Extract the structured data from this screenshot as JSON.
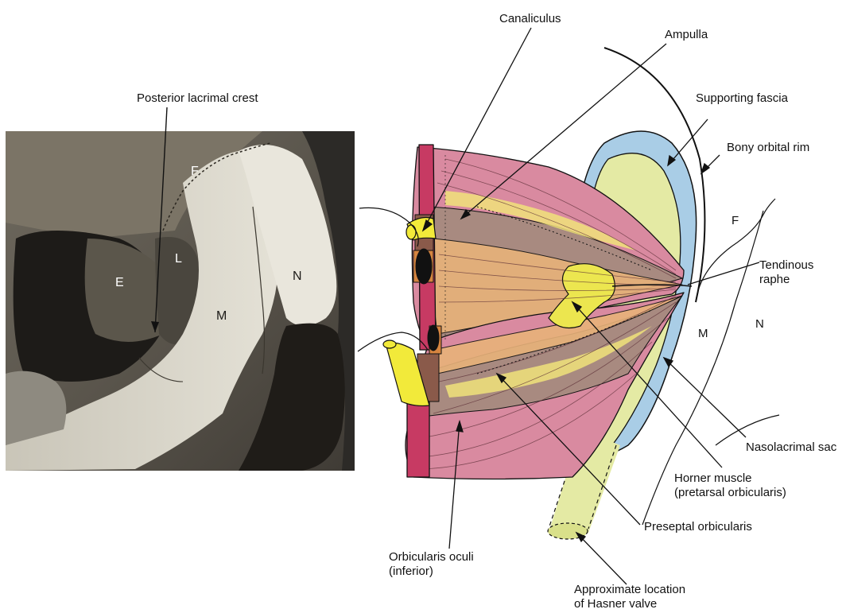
{
  "photo": {
    "regions": {
      "frontal": "F",
      "lacrimal": "L",
      "ethmoid": "E",
      "maxilla": "M",
      "nasal": "N"
    }
  },
  "drawing": {
    "regions": {
      "frontal": "F",
      "maxilla": "M",
      "nasal": "N"
    }
  },
  "labels": {
    "posterior_lacrimal_crest": "Posterior lacrimal crest",
    "canaliculus": "Canaliculus",
    "ampulla": "Ampulla",
    "supporting_fascia": "Supporting fascia",
    "bony_orbital_rim": "Bony orbital rim",
    "tendinous_raphe_1": "Tendinous",
    "tendinous_raphe_2": "raphe",
    "nasolacrimal_sac": "Nasolacrimal sac",
    "horner_1": "Horner muscle",
    "horner_2": "(pretarsal orbicularis)",
    "preseptal": "Preseptal orbicularis",
    "orbicularis_1": "Orbicularis oculi",
    "orbicularis_2": "(inferior)",
    "hasner_1": "Approximate location",
    "hasner_2": "of Hasner valve"
  },
  "colors": {
    "muscle_pink": "#d98aa0",
    "muscle_brown": "#a88a80",
    "muscle_orange": "#e8b27a",
    "sac_yellow": "#e4eaa4",
    "fascia_blue": "#a9cde6",
    "canaliculus_yellow": "#f2ea3a",
    "bone": "#d7d4c9"
  }
}
